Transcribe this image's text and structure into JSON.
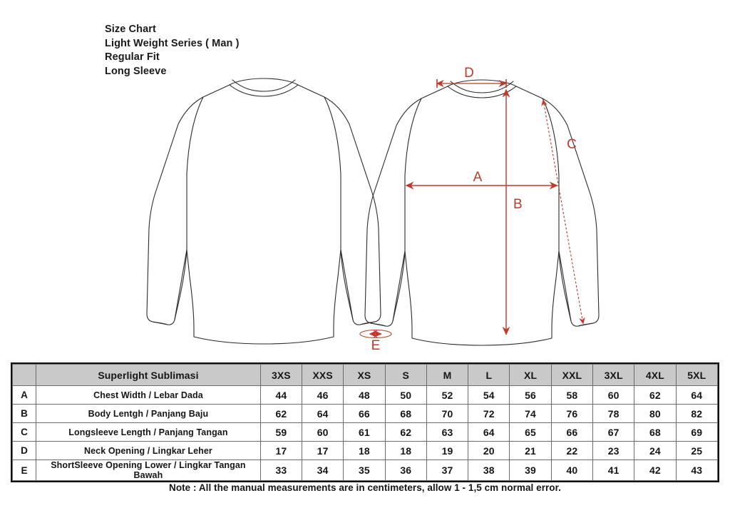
{
  "title_block": {
    "line1": "Size Chart",
    "line2": "Light Weight Series ( Man )",
    "line3": "Regular Fit",
    "line4": "Long Sleeve"
  },
  "colors": {
    "dimension_red": "#c0392b",
    "garment_outline": "#2b2b2b",
    "header_fill": "#c9c9c9",
    "grid_line": "#6b6b6b",
    "frame": "#111111"
  },
  "diagram": {
    "back_view_label": "back-view",
    "front_view_label": "front-view",
    "dimension_labels": {
      "A": "A",
      "B": "B",
      "C": "C",
      "D": "D",
      "E": "E"
    }
  },
  "chart_data": {
    "type": "table",
    "title": "Superlight Sublimasi",
    "corner_key_header": "",
    "categories": [
      "3XS",
      "XXS",
      "XS",
      "S",
      "M",
      "L",
      "XL",
      "XXL",
      "3XL",
      "4XL",
      "5XL"
    ],
    "series": [
      {
        "key": "A",
        "name": "Chest Width / Lebar Dada",
        "values": [
          44,
          46,
          48,
          50,
          52,
          54,
          56,
          58,
          60,
          62,
          64
        ]
      },
      {
        "key": "B",
        "name": "Body Lentgh / Panjang Baju",
        "values": [
          62,
          64,
          66,
          68,
          70,
          72,
          74,
          76,
          78,
          80,
          82
        ]
      },
      {
        "key": "C",
        "name": "Longsleeve Length / Panjang Tangan",
        "values": [
          59,
          60,
          61,
          62,
          63,
          64,
          65,
          66,
          67,
          68,
          69
        ]
      },
      {
        "key": "D",
        "name": "Neck Opening / Lingkar Leher",
        "values": [
          17,
          17,
          18,
          18,
          19,
          20,
          21,
          22,
          23,
          24,
          25
        ]
      },
      {
        "key": "E",
        "name": "ShortSleeve Opening Lower / Lingkar Tangan Bawah",
        "values": [
          33,
          34,
          35,
          36,
          37,
          38,
          39,
          40,
          41,
          42,
          43
        ]
      }
    ],
    "units": "centimeters"
  },
  "note": "Note : All the manual measurements are in centimeters, allow 1 - 1,5 cm normal error."
}
